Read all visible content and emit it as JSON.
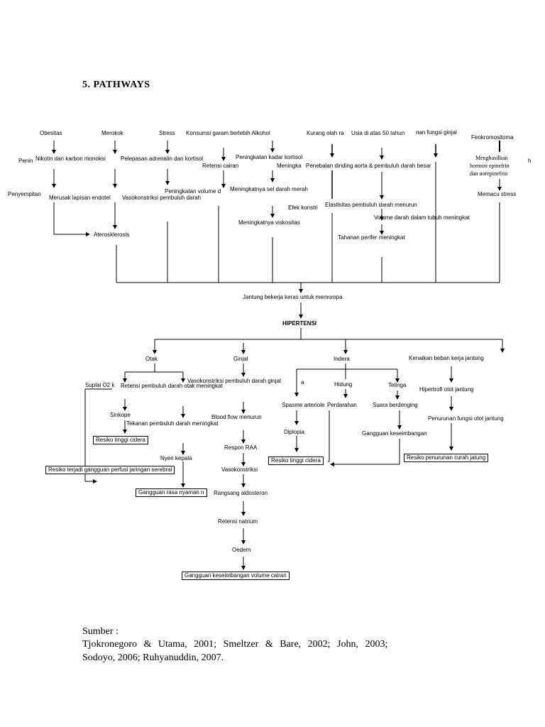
{
  "section_heading": "5.   PATHWAYS",
  "nodes": {
    "obesitas": "Obesitas",
    "merokok": "Merokok",
    "stress": "Stress",
    "garam_alkohol": "Konsumsi garam berlebih Alkohol",
    "kurang_olahraga": "Kurang olah ra",
    "usia": "Usia di atas 50 tahun",
    "fungsi_ginjal": "nan fungsi ginjal",
    "feokromositoma": "Feokromositoma",
    "penin": "Penin",
    "nikotin": "Nikotin dan karbon monoksi",
    "pelepasan_adrenalin": "Pelepasan adrenalin dan kortisol",
    "retensi_cairan": "Retensi cairan",
    "peningkatan_kortisol": "Peningkatan kadar kortisol",
    "meningka": "Meningka",
    "penebalan_dinding": "Penebalan dinding aorta & pembuluh darah besar",
    "menghasilkan_1": "Menghasilkan",
    "menghasilkan_2": "hormon epinefrin",
    "menghasilkan_3": "dan norepinefrin",
    "trunc_h": "h",
    "penyempitan": "Penyempitan",
    "merusak_lapisan": "Merusak lapisan endotel",
    "vasokonstriksi_top": "Vasokonstriksi pembuluh darah",
    "peningkatan_volume": "Peningkatan volume d",
    "meningkatnya_sel": "Meningkatnya sel darah merah",
    "efek_konstri": "Efek konstri",
    "elastisitas": "Elastisitas pembuluh darah menurun",
    "memacu_stress": "Memacu stress",
    "volume_darah": "Volume darah dalam tubuh meningkat",
    "meningkatnya_viskositas": "Meningkatnya viskositas",
    "aterosklerosis": "Aterosklerosis",
    "tahanan_perifer": "Tahanan perifer  meningkat",
    "jantung_bekerja": "Jantung bekerja keras untuk memompa",
    "hipertensi": "HIPERTENSI",
    "otak": "Otak",
    "ginjal": "Ginjal",
    "indera": "Indera",
    "kenaikan_beban": "Kenaikan beban kerja jantung",
    "suplai_o2": "Suplai O2 k",
    "retensi_pembuluh": "Retensi pembuluh darah otak meningkat",
    "vasokonstriksi_ginjal": "Vasokonstriksi pembuluh darah ginjal",
    "trunc_a": "a",
    "hidung": "Hidung",
    "telinga": "Telinga",
    "hipertrofi": "Hipertrofi otot jantung",
    "spasme": "Spasme arteriole",
    "perdarahan": "Perdarahan",
    "suara_berdenging": "Suara berdenging",
    "sinkope": "Sinkope",
    "blood_flow": "Blood flow menurun",
    "tekanan_pembuluh": "Tekanan pembuluh darah meningkat",
    "penurunan_fungsi_otot": "Penurunan fungsi otot jantung",
    "diplopia": "Diplopia",
    "gangguan_keseimbangan": "Gangguan keseimbangan",
    "respon_raa": "Respon RAA",
    "nyeri_kepala": "Nyeri kepala",
    "vasokonstriksi_bottom": "Vasokonstriksi",
    "rangsang_aldosteron": "Rangsang aldosteron",
    "retensi_natrium": "Retensi natrium",
    "oedem": "Oedem"
  },
  "boxes": {
    "resiko_cidera_left": "Resiko tinggi cidera",
    "resiko_perfusi": "Resiko terjadi gangguan perfusi jaringan serebral",
    "gangguan_nyaman": "Gangguan rasa nyaman n",
    "resiko_cidera_mid": "Resiko tinggi cidera",
    "resiko_curah": "Resiko penurunan curah jatung",
    "gangguan_cairan": "Gangguan keseimbangan volume cairan"
  },
  "source": {
    "label": "Sumber :",
    "line1": "Tjokronegoro & Utama, 2001; Smeltzer & Bare, 2002; John, 2003;",
    "line2": "Sodoyo, 2006; Ruhyanuddin, 2007."
  }
}
